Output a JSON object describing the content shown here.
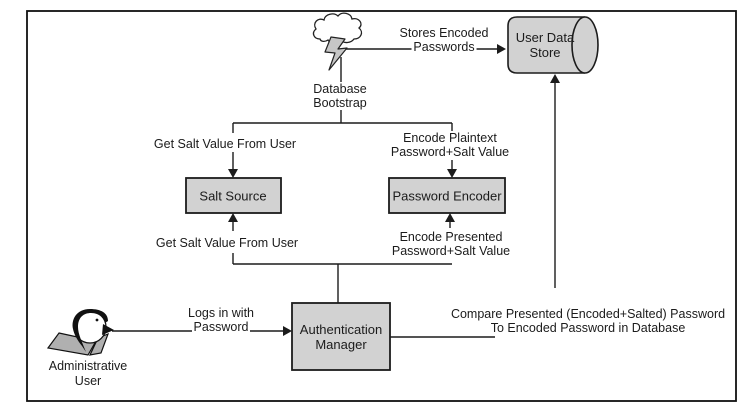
{
  "figure": {
    "kind": "flow-diagram",
    "colors": {
      "background": "#ffffff",
      "node_fill": "#d2d2d2",
      "line": "#1c1c1c",
      "text": "#1b1b1b",
      "shoulder_gray": "#b0b0b0",
      "bolt_gray": "#c6c6c6"
    }
  },
  "nodes": {
    "user_data_store": {
      "lines": [
        "User Data",
        "Store"
      ]
    },
    "salt_source": {
      "label": "Salt Source"
    },
    "password_encoder": {
      "label": "Password Encoder"
    },
    "authentication_manager": {
      "lines": [
        "Authentication",
        "Manager"
      ]
    },
    "database_bootstrap": {
      "lines": [
        "Database",
        "Bootstrap"
      ]
    },
    "administrative_user": {
      "lines": [
        "Administrative",
        "User"
      ]
    }
  },
  "edges": {
    "stores_encoded": {
      "lines": [
        "Stores Encoded",
        "Passwords"
      ]
    },
    "get_salt_top": {
      "lines": [
        "Get Salt Value From User"
      ]
    },
    "encode_plaintext": {
      "lines": [
        "Encode Plaintext",
        "Password+Salt Value"
      ]
    },
    "get_salt_bottom": {
      "lines": [
        "Get Salt Value From User"
      ]
    },
    "encode_presented": {
      "lines": [
        "Encode Presented",
        "Password+Salt Value"
      ]
    },
    "logs_in": {
      "lines": [
        "Logs in with",
        "Password"
      ]
    },
    "compare": {
      "lines": [
        "Compare Presented (Encoded+Salted) Password",
        "To Encoded Password in Database"
      ]
    }
  },
  "icons": {
    "bootstrap_event": "cloud-lightning-icon",
    "actor": "person-profile-icon",
    "datastore": "cylinder-database-shape"
  }
}
